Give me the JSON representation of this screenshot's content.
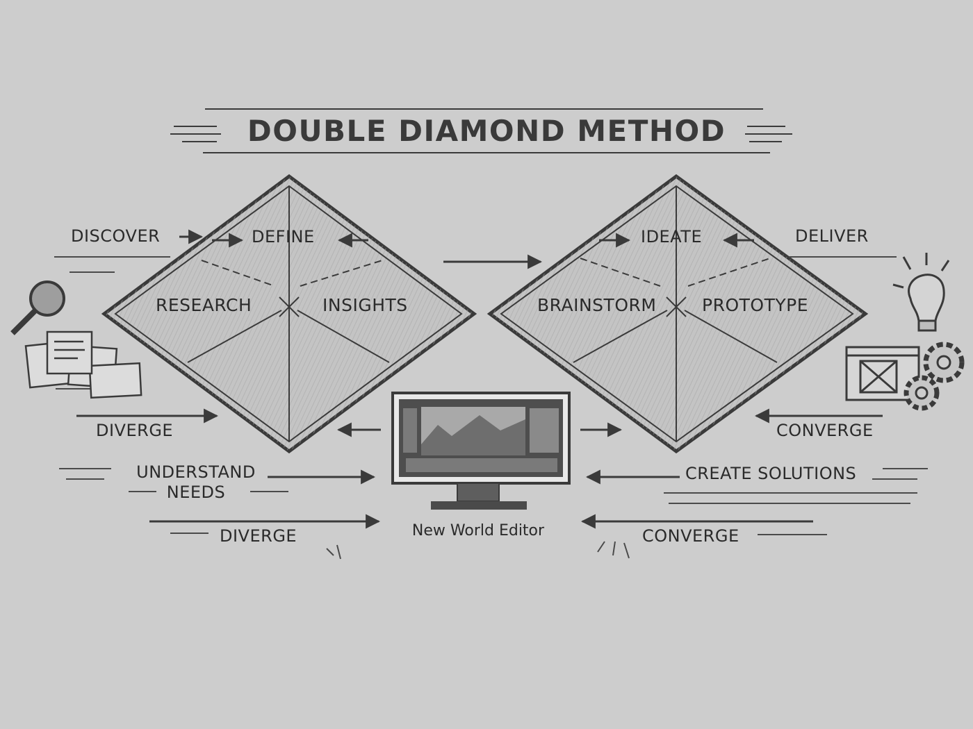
{
  "title": "DOUBLE DIAMOND METHOD",
  "diamond1": {
    "top_left_label": "DISCOVER",
    "top_center_label": "DEFINE",
    "left_quadrant": "RESEARCH",
    "right_quadrant": "INSIGHTS"
  },
  "diamond2": {
    "top_center_label": "IDEATE",
    "top_right_label": "DELIVER",
    "left_quadrant": "BRAINSTORM",
    "right_quadrant": "PROTOTYPE"
  },
  "flow": {
    "left_diverge_upper": "DIVERGE",
    "understand_needs": "UNDERSTAND\nNEEDS",
    "left_diverge_lower": "DIVERGE",
    "right_converge_upper": "CONVERGE",
    "create_solutions": "CREATE SOLUTIONS",
    "right_converge_lower": "CONVERGE"
  },
  "monitor_caption": "New World Editor",
  "icons": [
    "magnifier-icon",
    "documents-icon",
    "lightbulb-icon",
    "wireframe-icon",
    "gears-icon",
    "monitor-icon"
  ],
  "colors": {
    "background": "#cdcdcd",
    "ink": "#3a3a3a",
    "shade": "#9a9a9a"
  }
}
